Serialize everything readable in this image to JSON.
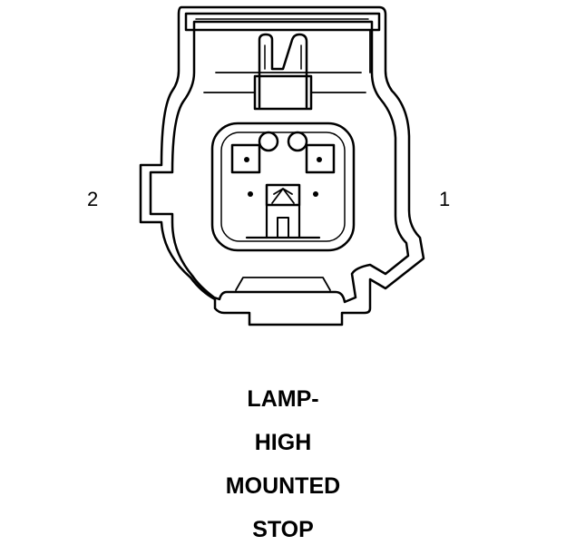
{
  "pins": {
    "left": "2",
    "right": "1"
  },
  "caption": {
    "lines": [
      "LAMP-",
      "HIGH",
      "MOUNTED",
      "STOP"
    ]
  }
}
